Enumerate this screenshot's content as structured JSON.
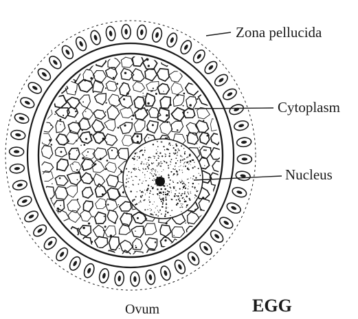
{
  "labels": {
    "zona_pellucida": "Zona pellucida",
    "cytoplasm": "Cytoplasm",
    "nucleus": "Nucleus"
  },
  "caption": "Ovum",
  "title": "EGG",
  "colors": {
    "ink": "#1a1a1a",
    "paper": "#ffffff"
  }
}
